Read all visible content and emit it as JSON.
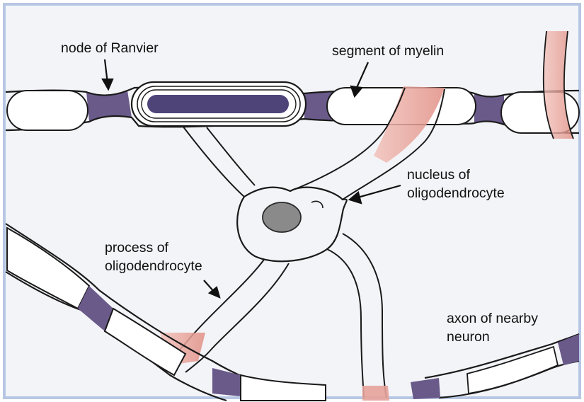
{
  "title": "Oligodendrocyte myelinating axons",
  "labels": {
    "node_of_ranvier": "node of Ranvier",
    "segment_of_myelin": "segment of myelin",
    "nucleus": {
      "line1": "nucleus of",
      "line2": "oligodendrocyte"
    },
    "process": {
      "line1": "process of",
      "line2": "oligodendrocyte"
    },
    "axon": {
      "line1": "axon of nearby",
      "line2": "neuron"
    }
  },
  "colors": {
    "background": "#f3f4f8",
    "frame": "#b7c7e3",
    "outline": "#1a1a1a",
    "node": "#6a5a8a",
    "axon_core": "#4e4478",
    "myelin": "#ffffff",
    "process_pink": "#e7a39a",
    "nucleus": "#8a8a8a"
  }
}
